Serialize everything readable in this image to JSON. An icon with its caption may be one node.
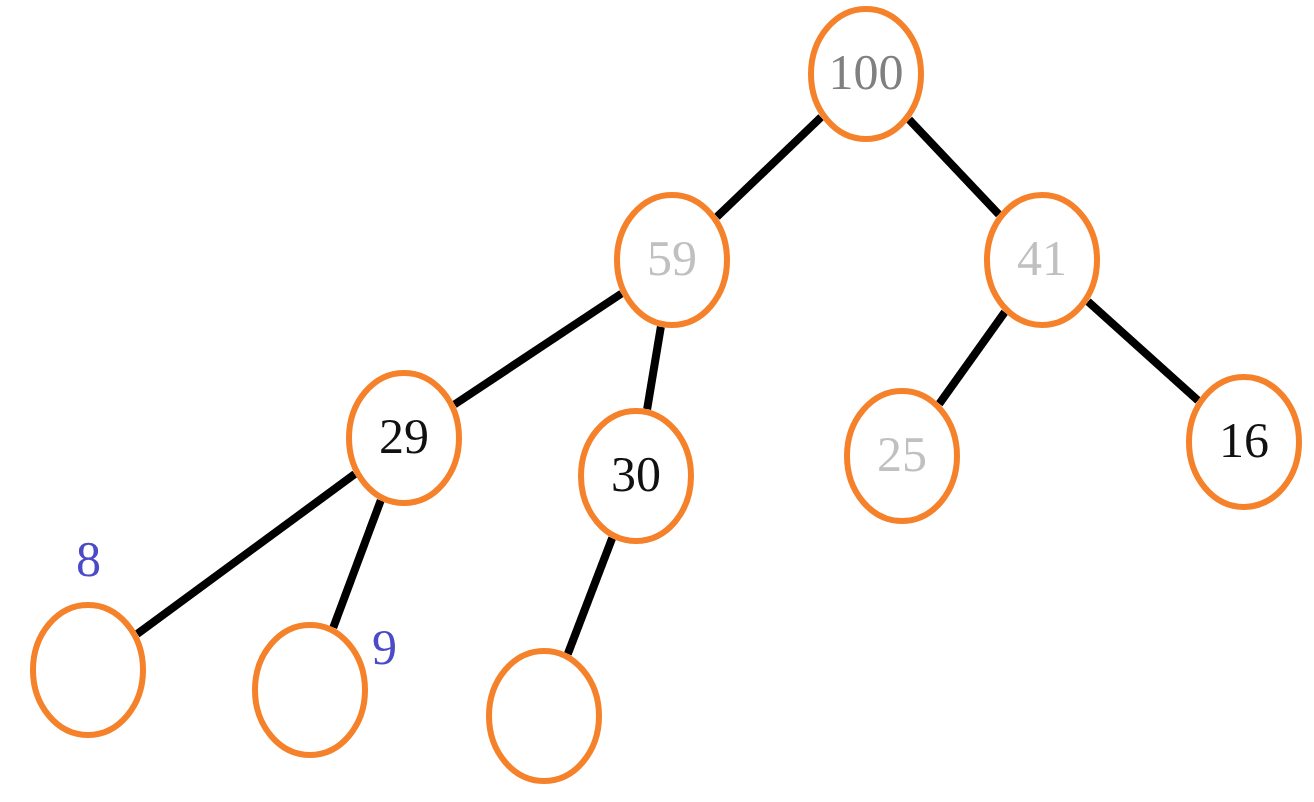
{
  "diagram": {
    "nodes": [
      {
        "text": [
          "100"
        ]
      },
      {
        "text": [
          "59"
        ]
      },
      {
        "text": [
          "41"
        ]
      },
      {
        "text": [
          "29"
        ]
      },
      {
        "text": [
          "30"
        ]
      },
      {
        "text": [
          "25"
        ]
      },
      {
        "text": [
          "16"
        ]
      },
      {
        "text": [],
        "shape": "circle",
        "beside": [
          "8"
        ]
      },
      {
        "text": [],
        "shape": "circle",
        "beside": [
          "9"
        ]
      },
      {
        "text": [],
        "shape": "circle"
      }
    ],
    "edges": [
      {
        "from": 0,
        "to": 1,
        "arrow": "none"
      },
      {
        "from": 0,
        "to": 2,
        "arrow": "none"
      },
      {
        "from": 1,
        "to": 3,
        "arrow": "none"
      },
      {
        "from": 1,
        "to": 4,
        "arrow": "none"
      },
      {
        "from": 2,
        "to": 5,
        "arrow": "none"
      },
      {
        "from": 2,
        "to": 6,
        "arrow": "none"
      },
      {
        "from": 3,
        "to": 7,
        "arrow": "none"
      },
      {
        "from": 3,
        "to": 8,
        "arrow": "none"
      },
      {
        "from": 4,
        "to": 9,
        "arrow": "none"
      }
    ]
  }
}
